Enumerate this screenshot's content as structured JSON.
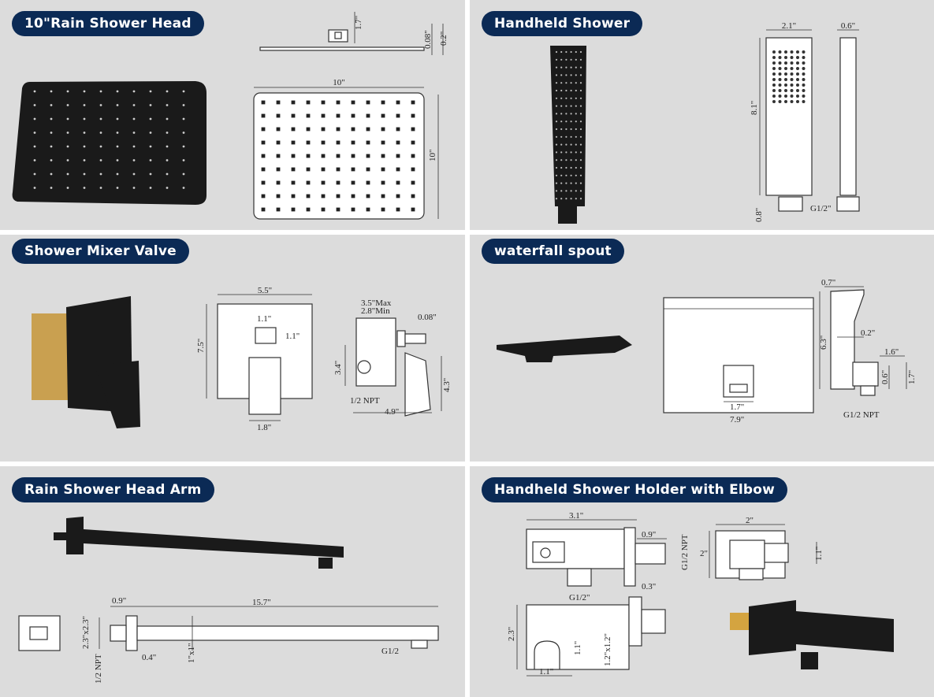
{
  "panels": {
    "rain_head": {
      "title": "10\"Rain Shower Head",
      "dims": {
        "height": "1.7\"",
        "thick1": "0.08\"",
        "thick2": "0.2\"",
        "width": "10\"",
        "depth": "10\""
      }
    },
    "handheld": {
      "title": "Handheld Shower",
      "dims": {
        "width": "2.1\"",
        "side": "0.6\"",
        "height": "8.1\"",
        "base": "0.8\"",
        "thread": "G1/2\""
      }
    },
    "mixer": {
      "title": "Shower Mixer Valve",
      "dims": {
        "plate_w": "5.5\"",
        "plate_h": "7.5\"",
        "knob_w": "1.1\"",
        "knob_h": "1.1\"",
        "handle_w": "1.8\"",
        "max": "3.5\"Max",
        "min": "2.8\"Min",
        "gap": "0.08\"",
        "body_h": "3.4\"",
        "npt": "1/2 NPT",
        "depth": "4.9\"",
        "h2": "4.3\""
      }
    },
    "spout": {
      "title": "waterfall spout",
      "dims": {
        "top": "0.7\"",
        "height": "6.3\"",
        "lip": "0.2\"",
        "outlet": "1.6\"",
        "o1": "0.6\"",
        "o2": "1.7\"",
        "inlet": "1.7\"",
        "width": "7.9\"",
        "npt": "G1/2 NPT"
      }
    },
    "arm": {
      "title": "Rain Shower Head Arm",
      "dims": {
        "flange": "0.9\"",
        "length": "15.7\"",
        "square": "2.3\"x2.3\"",
        "npt": "1/2 NPT",
        "off": "0.4\"",
        "section": "1\"x1\"",
        "thread": "G1/2"
      }
    },
    "holder": {
      "title": "Handheld Shower Holder with Elbow",
      "dims": {
        "length": "3.1\"",
        "d1": "0.9\"",
        "npt": "G1/2 NPT",
        "w2": "2\"",
        "h2": "2\"",
        "h11": "1.1\"",
        "d3": "0.3\"",
        "thread": "G1/2\"",
        "h23": "2.3\"",
        "h11b": "1.1\"",
        "sq": "1.2\"x1.2\"",
        "base": "1.1\""
      }
    }
  },
  "colors": {
    "panel_bg": "#dcdcdc",
    "tag_bg": "#0b2a55",
    "tag_text": "#ffffff",
    "product": "#1a1a1a"
  }
}
